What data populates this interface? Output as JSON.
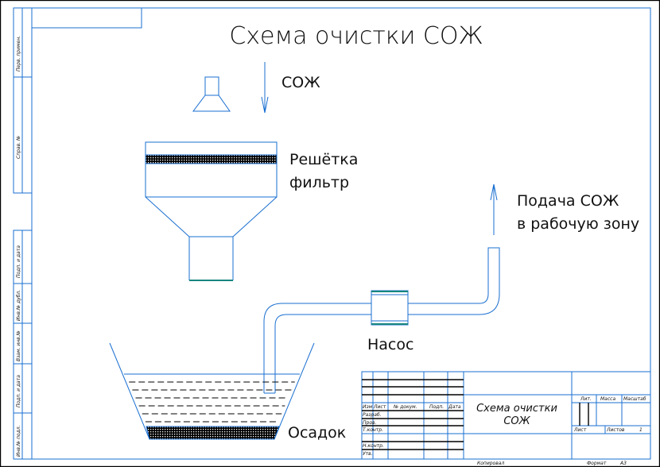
{
  "title": "Схема очистки СОЖ",
  "labels": {
    "coolant_in": "СОЖ",
    "grate": "Решётка",
    "filter": "фильтр",
    "supply_line1": "Подача СОЖ",
    "supply_line2": "в рабочую зону",
    "pump": "Насос",
    "sediment": "Осадок"
  },
  "side_stamp": [
    "Перв. примен.",
    "Справ. №",
    "Подп. и дата",
    "Инв.№ дубл.",
    "Взам. инв.№",
    "Подп. и дата",
    "Инв.№ подл."
  ],
  "title_block": {
    "headers": [
      "Изм",
      "Лист",
      "№ докум.",
      "Подп.",
      "Дата"
    ],
    "roles": [
      "Разраб.",
      "Пров.",
      "Т.контр.",
      "",
      "Н.контр.",
      "Утв."
    ],
    "doc_title_line1": "Схема очистки",
    "doc_title_line2": "СОЖ",
    "lit": "Лит.",
    "mass": "Масса",
    "scale": "Масштаб",
    "sheet": "Лист",
    "sheets": "Листов",
    "sheets_count": "1",
    "copied": "Копировал",
    "format_label": "Формат",
    "format_value": "А3"
  },
  "colors": {
    "line": "#1a6fd1",
    "accent": "#17857f",
    "text": "#111111"
  }
}
